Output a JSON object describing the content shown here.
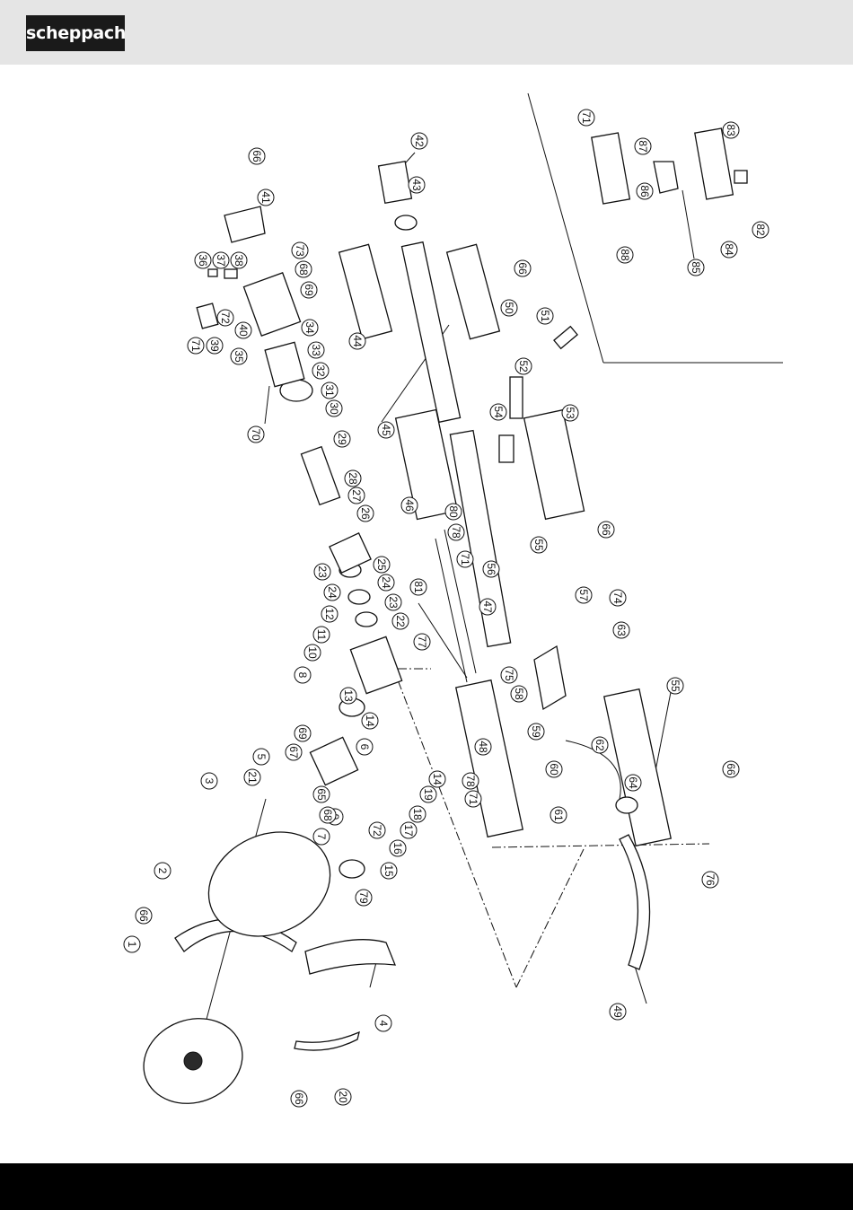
{
  "header": {
    "brand": "scheppach"
  },
  "diagram": {
    "callouts": [
      "1",
      "2",
      "3",
      "4",
      "5",
      "6",
      "7",
      "8",
      "9",
      "10",
      "11",
      "12",
      "13",
      "14",
      "15",
      "16",
      "17",
      "18",
      "19",
      "20",
      "21",
      "22",
      "23",
      "24",
      "25",
      "26",
      "27",
      "28",
      "29",
      "30",
      "31",
      "32",
      "33",
      "34",
      "35",
      "36",
      "37",
      "38",
      "39",
      "40",
      "41",
      "42",
      "43",
      "44",
      "45",
      "46",
      "47",
      "48",
      "49",
      "50",
      "51",
      "52",
      "53",
      "54",
      "55",
      "56",
      "57",
      "58",
      "59",
      "60",
      "61",
      "62",
      "63",
      "64",
      "65",
      "66",
      "67",
      "68",
      "69",
      "70",
      "71",
      "72",
      "73",
      "74",
      "75",
      "76",
      "77",
      "78",
      "79",
      "80",
      "81",
      "82",
      "83",
      "84",
      "85",
      "86",
      "87",
      "88"
    ]
  }
}
